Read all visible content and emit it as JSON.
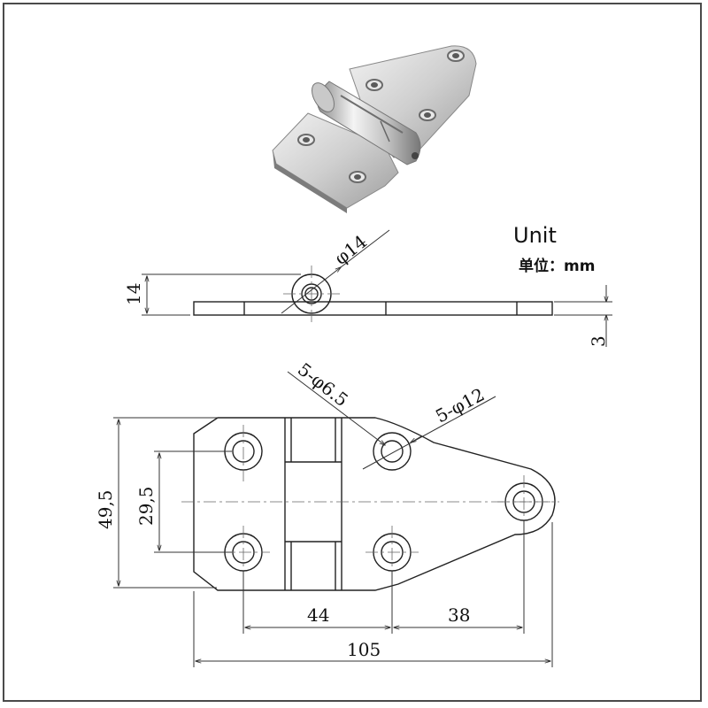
{
  "units": {
    "title": "Unit",
    "subtitle": "单位：mm"
  },
  "dimensions": {
    "pin_diameter": "φ14",
    "hinge_height": "14",
    "plate_thickness": "3",
    "small_holes": "5-φ6.5",
    "large_holes": "5-φ12",
    "overall_height": "49,5",
    "hole_pitch_vertical": "29,5",
    "hole_pitch_horizontal": "44",
    "tip_offset": "38",
    "overall_length": "105"
  },
  "colors": {
    "line": "#222222",
    "metal_light": "#e4e4e4",
    "metal_dark": "#9a9a9a"
  }
}
